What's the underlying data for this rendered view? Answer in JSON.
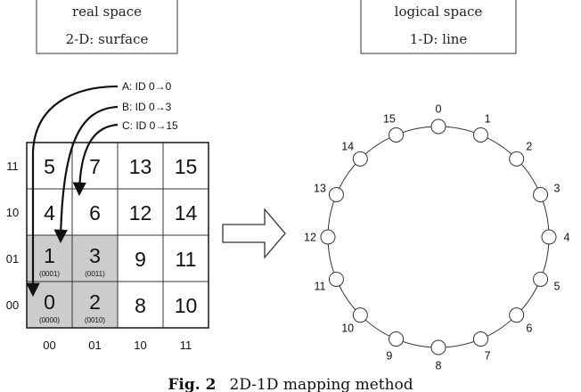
{
  "boxes": {
    "real": {
      "line1": "real space",
      "line2": "2-D: surface"
    },
    "logical": {
      "line1": "logical space",
      "line2": "1-D: line"
    }
  },
  "grid": {
    "rows": [
      {
        "label": "11",
        "cells": [
          {
            "num": "5",
            "bin": "",
            "shaded": false
          },
          {
            "num": "7",
            "bin": "",
            "shaded": false
          },
          {
            "num": "13",
            "bin": "",
            "shaded": false
          },
          {
            "num": "15",
            "bin": "",
            "shaded": false
          }
        ]
      },
      {
        "label": "10",
        "cells": [
          {
            "num": "4",
            "bin": "",
            "shaded": false
          },
          {
            "num": "6",
            "bin": "",
            "shaded": false
          },
          {
            "num": "12",
            "bin": "",
            "shaded": false
          },
          {
            "num": "14",
            "bin": "",
            "shaded": false
          }
        ]
      },
      {
        "label": "01",
        "cells": [
          {
            "num": "1",
            "bin": "(0001)",
            "shaded": true
          },
          {
            "num": "3",
            "bin": "(0011)",
            "shaded": true
          },
          {
            "num": "9",
            "bin": "",
            "shaded": false
          },
          {
            "num": "11",
            "bin": "",
            "shaded": false
          }
        ]
      },
      {
        "label": "00",
        "cells": [
          {
            "num": "0",
            "bin": "(0000)",
            "shaded": true
          },
          {
            "num": "2",
            "bin": "(0010)",
            "shaded": true
          },
          {
            "num": "8",
            "bin": "",
            "shaded": false
          },
          {
            "num": "10",
            "bin": "",
            "shaded": false
          }
        ]
      }
    ],
    "col_labels": [
      "00",
      "01",
      "10",
      "11"
    ],
    "shade_color": "#cccccc"
  },
  "arrows": [
    {
      "label": "A: ID 0→0"
    },
    {
      "label": "B: ID 0→3"
    },
    {
      "label": "C: ID 0→15"
    }
  ],
  "ring": {
    "labels": [
      "0",
      "1",
      "2",
      "3",
      "4",
      "5",
      "6",
      "7",
      "8",
      "9",
      "10",
      "11",
      "12",
      "13",
      "14",
      "15"
    ]
  },
  "caption": {
    "bold": "Fig. 2",
    "text": "2D-1D mapping method"
  }
}
